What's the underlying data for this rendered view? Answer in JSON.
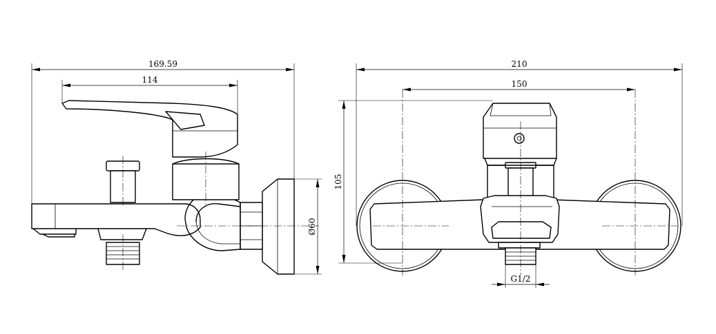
{
  "dimensions": {
    "side_total_length": "169.59",
    "side_lever_length": "114",
    "flange_diameter": "60",
    "diameter_symbol": "Ø",
    "front_total_width": "210",
    "front_centers": "150",
    "front_height": "105",
    "thread_size": "G1/2"
  }
}
